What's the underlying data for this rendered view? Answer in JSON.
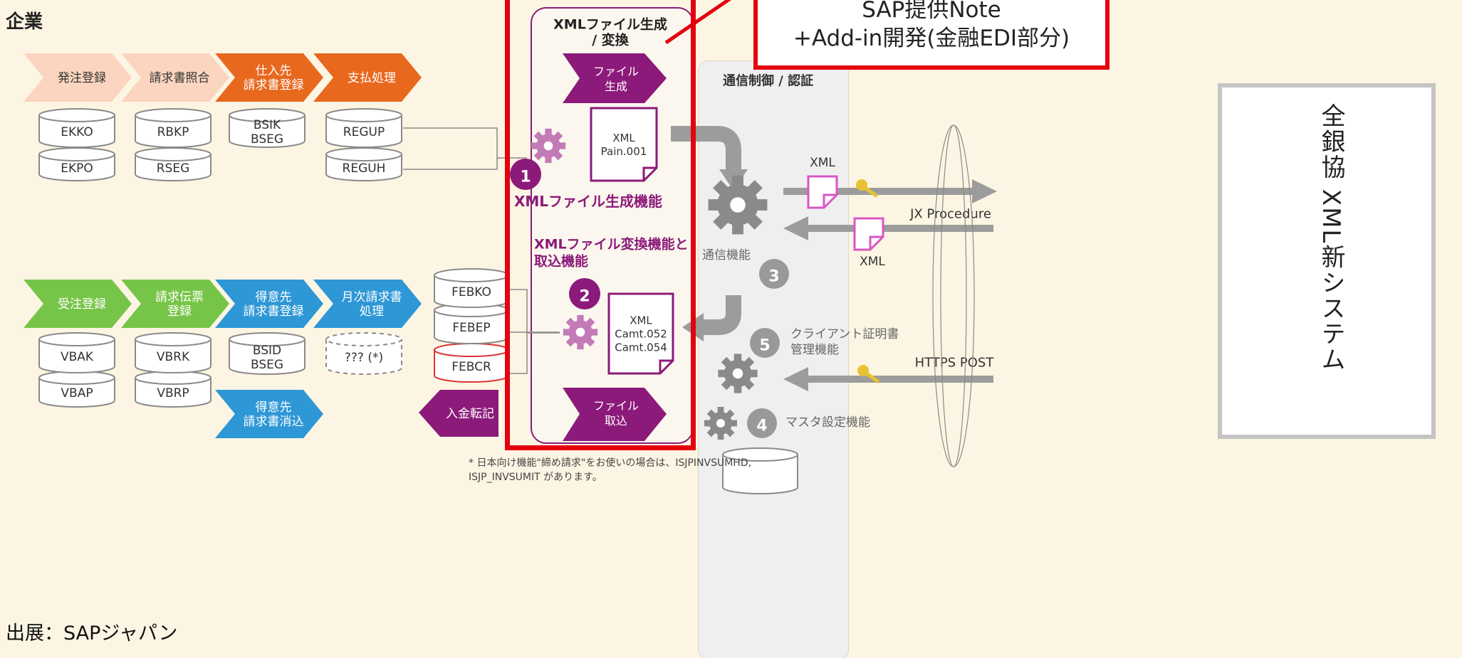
{
  "company_label": "企業",
  "source_label": "出展：SAPジャパン",
  "footnote": [
    "* 日本向け機能\"締め請求\"をお使いの場合は、ISJPINVSUMHD,",
    "ISJP_INVSUMIT があります。"
  ],
  "callout": {
    "line1": "SAP提供Note",
    "line2": "+Add-in開発(金融EDI部分)"
  },
  "colors": {
    "background": "#fdf5e3",
    "peach": "#fbd5bf",
    "orange": "#e8681d",
    "green": "#77c548",
    "blue": "#2e97d6",
    "purple": "#8c1a7a",
    "highlight_red": "#e3000f",
    "pink_doc": "#d956c4",
    "gray_arrow": "#9c9c9c",
    "gray_panel": "#efefef"
  },
  "purchase_flow": [
    "発注登録",
    "請求書照合",
    "仕入先\n請求書登録",
    "支払処理"
  ],
  "purchase_tables": [
    [
      "EKKO",
      "EKPO"
    ],
    [
      "RBKP",
      "RSEG"
    ],
    [
      "BSIK\nBSEG"
    ],
    [
      "REGUP",
      "REGUH"
    ]
  ],
  "sales_flow": [
    "受注登録",
    "請求伝票\n登録",
    "得意先\n請求書登録",
    "月次請求書\n処理"
  ],
  "sales_tables": [
    [
      "VBAK",
      "VBAP"
    ],
    [
      "VBRK",
      "VBRP"
    ],
    [
      "BSID\nBSEG"
    ],
    [
      "??? (*)"
    ]
  ],
  "sales_lower": [
    "得意先\n請求書消込",
    "入金転記"
  ],
  "feb_tables": [
    "FEBKO",
    "FEBEP",
    "FEBCR"
  ],
  "xml_panel": {
    "title": "XMLファイル生成\n/ 変換",
    "gen_arrow": "ファイル\n生成",
    "doc1": "XML\nPain.001",
    "func1_number": "1",
    "func1_label": "XMLファイル生成機能",
    "func2_label": "XMLファイル変換機能と\n取込機能",
    "func2_number": "2",
    "doc2": "XML\nCamt.052\nCamt.054",
    "import_arrow": "ファイル\n取込"
  },
  "comm_panel": {
    "title": "通信制御 / 認証",
    "func3_label": "通信機能",
    "func3_number": "3",
    "func5_label": "クライアント証明書\n管理機能",
    "func5_number": "5",
    "func4_label": "マスタ設定機能",
    "func4_number": "4",
    "xml_out": "XML",
    "xml_in": "XML",
    "jx_label": "JX Procedure",
    "https_label": "HTTPS POST"
  },
  "system_label": "全銀協 XML新システム"
}
